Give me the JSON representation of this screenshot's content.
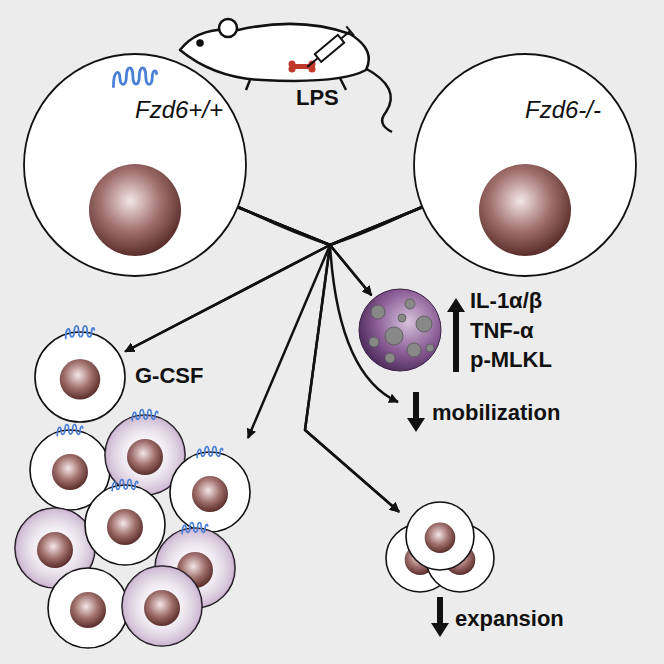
{
  "diagram": {
    "nodes": [
      {
        "text": [
          "Fzd6+/+"
        ]
      },
      {
        "text": [
          "Fzd6-/-"
        ]
      },
      {
        "text": [
          "G-CSF"
        ]
      },
      {
        "text": [
          "IL-1α/β",
          "TNF-α",
          "p-MLKL"
        ]
      },
      {
        "text": [
          "expansion"
        ]
      }
    ],
    "edges": [
      {
        "from": 0,
        "to": 2,
        "arrow": "to"
      },
      {
        "from": 0,
        "to": 3,
        "arrow": "to"
      },
      {
        "from": 0,
        "to": 4,
        "arrow": "to"
      },
      {
        "from": 1,
        "to": 2,
        "arrow": "to"
      },
      {
        "from": 1,
        "to": 3,
        "arrow": "to"
      },
      {
        "from": 1,
        "to": 4,
        "arrow": "to"
      }
    ],
    "labels": [
      "LPS",
      "mobilization"
    ]
  }
}
